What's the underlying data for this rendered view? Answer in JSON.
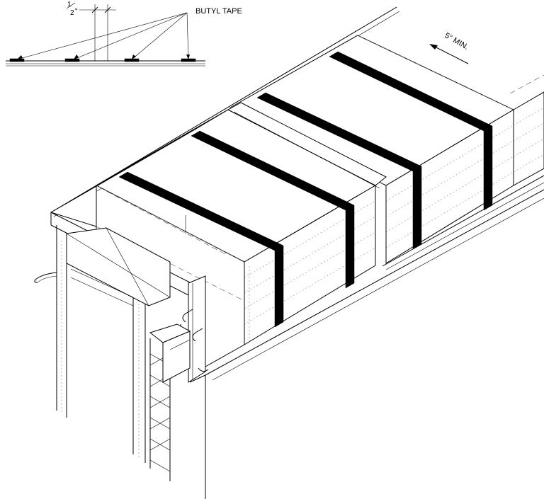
{
  "labels": {
    "half_inch_num": "1",
    "half_inch_den": "2",
    "inch_mark": "\"",
    "butyl_tape": "BUTYL TAPE",
    "slope": "5° MIN."
  },
  "components": [
    "detail-inset",
    "insulation-board-1",
    "insulation-board-2",
    "insulation-board-3",
    "butyl-tape-strips",
    "roof-curb-edge",
    "wall-section"
  ]
}
